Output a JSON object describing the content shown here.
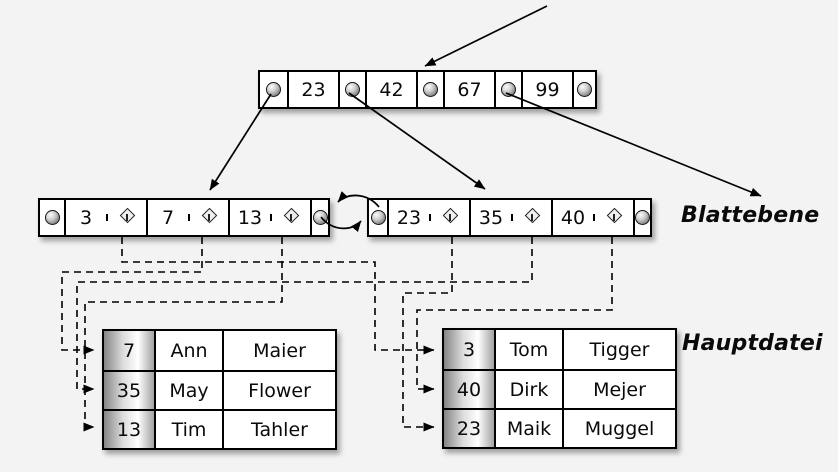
{
  "diagram": {
    "kind": "B+-tree index over a main file",
    "colors": {
      "background": "#f3f3f3",
      "box_fill": "#ffffff",
      "line": "#000000",
      "key_column_gradient": [
        "#858585",
        "#ffffff",
        "#a2a2a2"
      ]
    },
    "root": {
      "keys": [
        "23",
        "42",
        "67",
        "99"
      ]
    },
    "leaf_level": {
      "label": "Blattebene",
      "left_leaf": {
        "keys": [
          "3",
          "7",
          "13"
        ]
      },
      "right_leaf": {
        "keys": [
          "23",
          "35",
          "40"
        ]
      }
    },
    "main_file": {
      "label": "Hauptdatei",
      "left_table": [
        {
          "key": "7",
          "first": "Ann",
          "last": "Maier"
        },
        {
          "key": "35",
          "first": "May",
          "last": "Flower"
        },
        {
          "key": "13",
          "first": "Tim",
          "last": "Tahler"
        }
      ],
      "right_table": [
        {
          "key": "3",
          "first": "Tom",
          "last": "Tigger"
        },
        {
          "key": "40",
          "first": "Dirk",
          "last": "Mejer"
        },
        {
          "key": "23",
          "first": "Maik",
          "last": "Muggel"
        }
      ]
    },
    "record_pointers": [
      {
        "from_leaf_key": "3",
        "to_row": "3 Tom Tigger"
      },
      {
        "from_leaf_key": "7",
        "to_row": "7 Ann Maier"
      },
      {
        "from_leaf_key": "13",
        "to_row": "13 Tim Tahler"
      },
      {
        "from_leaf_key": "23",
        "to_row": "23 Maik Muggel"
      },
      {
        "from_leaf_key": "35",
        "to_row": "35 May Flower"
      },
      {
        "from_leaf_key": "40",
        "to_row": "40 Dirk Mejer"
      }
    ]
  }
}
